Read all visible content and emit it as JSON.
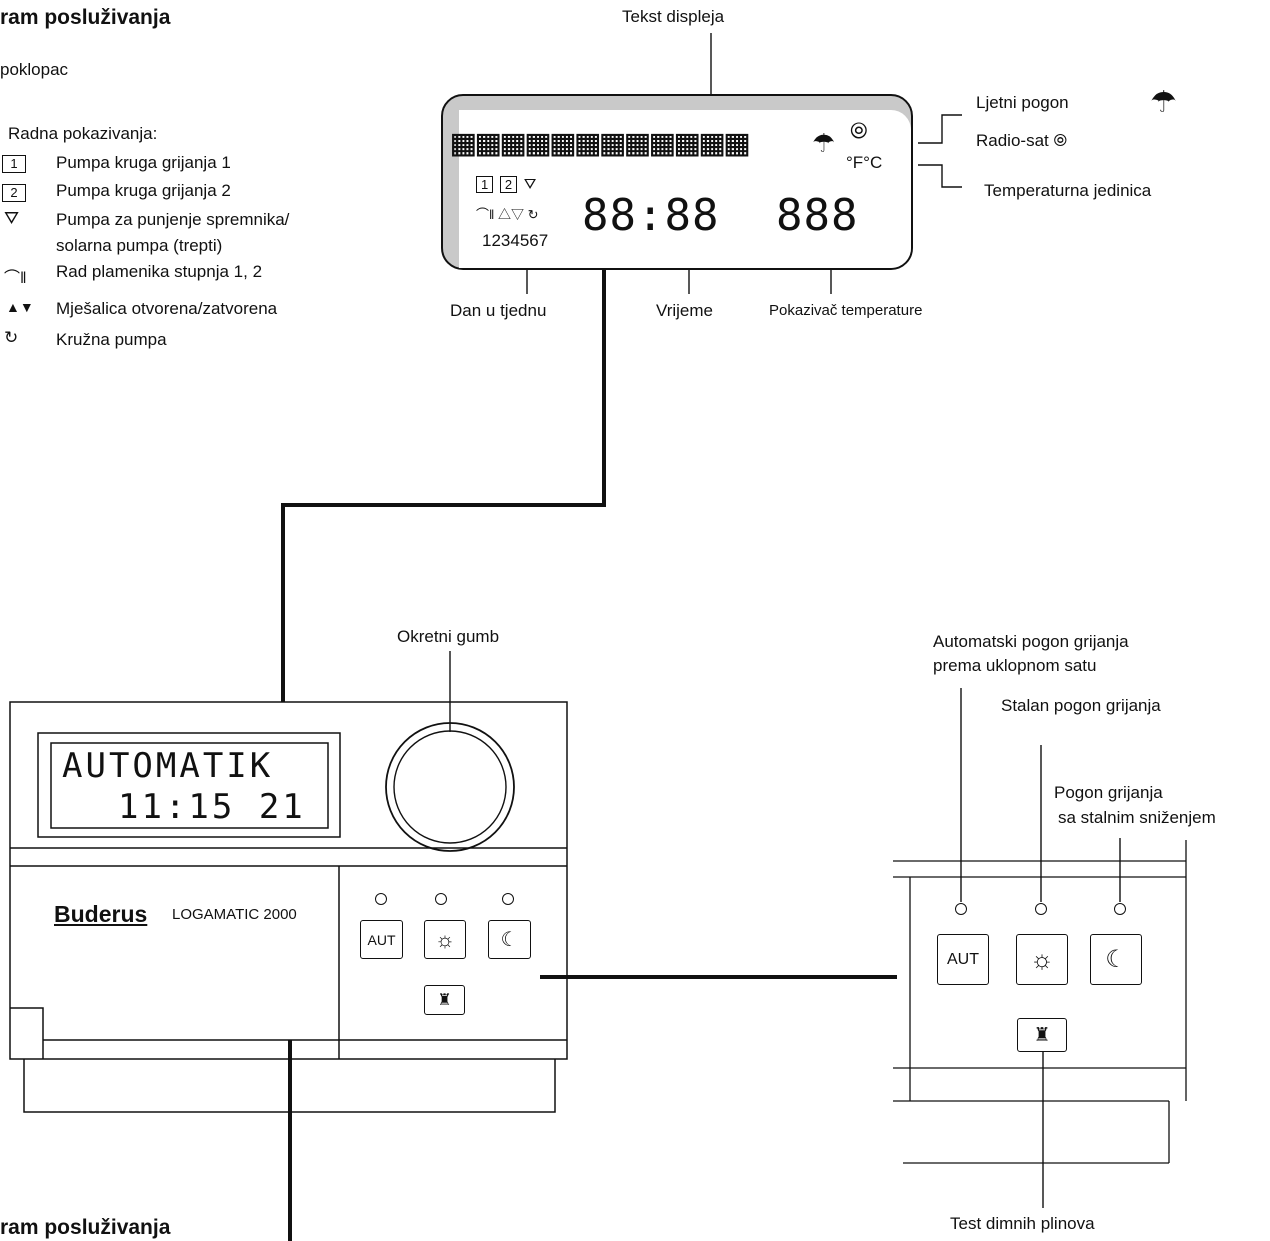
{
  "heading_top": "ram posluživanja",
  "heading_bottom": "ram posluživanja",
  "cover": "poklopac",
  "legend": {
    "title": "Radna pokazivanja:",
    "items": [
      {
        "icon": "pump-circuit-1-icon",
        "label": "Pumpa kruga grijanja 1"
      },
      {
        "icon": "pump-circuit-2-icon",
        "label": "Pumpa kruga grijanja 2"
      },
      {
        "icon": "tank-pump-icon",
        "label": "Pumpa za punjenje spremnika/"
      },
      {
        "icon": "",
        "label": "solarna pumpa (trepti)"
      },
      {
        "icon": "burner-icon",
        "label": "Rad plamenika stupnja 1, 2"
      },
      {
        "icon": "mixer-icon",
        "label": "Mješalica otvorena/zatvorena"
      },
      {
        "icon": "circulation-pump-icon",
        "label": "Kružna pumpa"
      }
    ]
  },
  "display": {
    "callout_text": "Tekst displeja",
    "summer": "Ljetni pogon",
    "radio": "Radio-sat",
    "unit": "Temperaturna jedinica",
    "units_text": "°F°C",
    "digits_days": "1234567",
    "day": "Dan u tjednu",
    "time": "Vrijeme",
    "temp": "Pokazivač temperature",
    "time_seg": "88:88",
    "temp_seg": "888"
  },
  "device": {
    "knob": "Okretni gumb",
    "lcd_line1": "AUTOMATIK",
    "lcd_line2": "11:15 21",
    "brand": "Buderus",
    "model": "LOGAMATIC 2000",
    "aut": "AUT"
  },
  "panel": {
    "auto_line1": "Automatski pogon grijanja",
    "auto_line2": "prema uklopnom satu",
    "constant": "Stalan pogon grijanja",
    "reduced_line1": "Pogon grijanja",
    "reduced_line2": "sa stalnim sniženjem",
    "aut": "AUT",
    "flue": "Test dimnih plinova"
  }
}
